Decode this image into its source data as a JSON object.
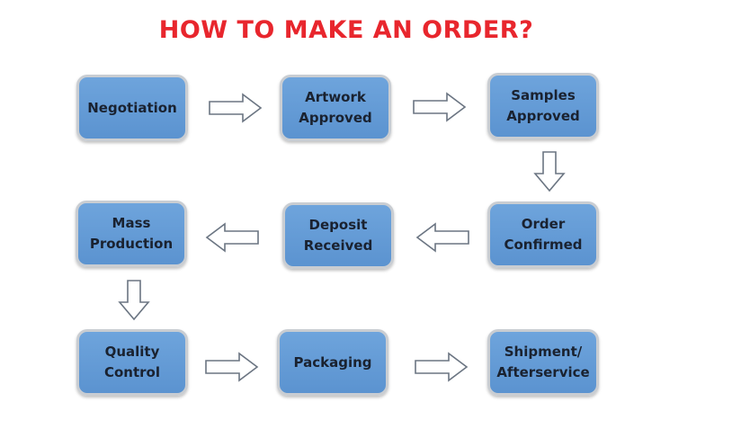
{
  "title": "HOW TO MAKE AN ORDER?",
  "colors": {
    "title": "#e8262d",
    "box_fill": "#5f97d3",
    "box_border": "#c9cdd2",
    "arrow_stroke": "#6b7582"
  },
  "steps": [
    {
      "label": "Negotiation"
    },
    {
      "label": "Artwork Approved"
    },
    {
      "label": "Samples Approved"
    },
    {
      "label": "Order Confirmed"
    },
    {
      "label": "Deposit Received"
    },
    {
      "label": "Mass Production"
    },
    {
      "label": "Quality Control"
    },
    {
      "label": "Packaging"
    },
    {
      "label": "Shipment/ Afterservice"
    }
  ],
  "arrows": [
    {
      "from": "Negotiation",
      "to": "Artwork Approved",
      "direction": "right"
    },
    {
      "from": "Artwork Approved",
      "to": "Samples Approved",
      "direction": "right"
    },
    {
      "from": "Samples Approved",
      "to": "Order Confirmed",
      "direction": "down"
    },
    {
      "from": "Order Confirmed",
      "to": "Deposit Received",
      "direction": "left"
    },
    {
      "from": "Deposit Received",
      "to": "Mass Production",
      "direction": "left"
    },
    {
      "from": "Mass Production",
      "to": "Quality Control",
      "direction": "down"
    },
    {
      "from": "Quality Control",
      "to": "Packaging",
      "direction": "right"
    },
    {
      "from": "Packaging",
      "to": "Shipment/ Afterservice",
      "direction": "right"
    }
  ]
}
